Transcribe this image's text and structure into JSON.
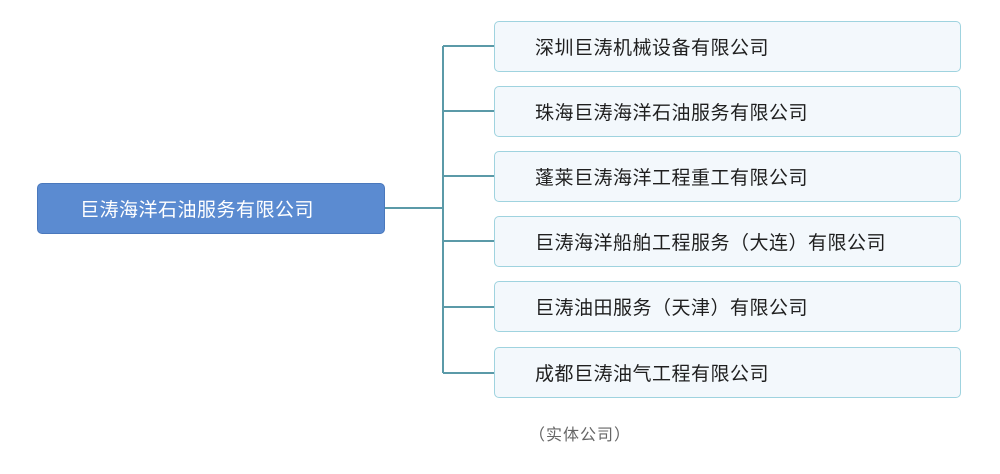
{
  "root": {
    "label": "巨涛海洋石油服务有限公司"
  },
  "children": [
    {
      "label": "深圳巨涛机械设备有限公司"
    },
    {
      "label": "珠海巨涛海洋石油服务有限公司"
    },
    {
      "label": "蓬莱巨涛海洋工程重工有限公司"
    },
    {
      "label": "巨涛海洋船舶工程服务（大连）有限公司"
    },
    {
      "label": "巨涛油田服务（天津）有限公司"
    },
    {
      "label": "成都巨涛油气工程有限公司"
    }
  ],
  "footnote": "（实体公司）",
  "colors": {
    "root_fill": "#5b8bd1",
    "child_fill": "#f3f8fc",
    "child_border": "#9fd3df",
    "connector": "#5b9aa8"
  }
}
